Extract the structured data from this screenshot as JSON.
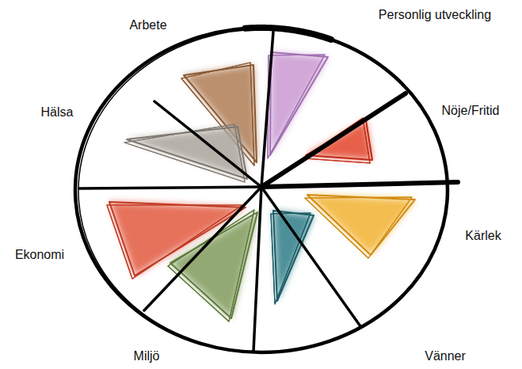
{
  "diagram": {
    "labels": [
      "Arbete",
      "Personlig utveckling",
      "Nöje/Fritid",
      "Kärlek",
      "Vänner",
      "Miljö",
      "Ekonomi",
      "Hälsa"
    ]
  }
}
